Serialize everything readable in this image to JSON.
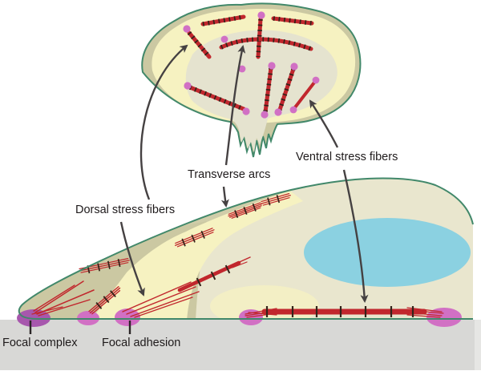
{
  "diagram": {
    "labels": {
      "dorsal": "Dorsal stress fibers",
      "transverse": "Transverse arcs",
      "ventral": "Ventral stress fibers",
      "focal_complex": "Focal complex",
      "focal_adhesion": "Focal adhesion"
    }
  },
  "colors": {
    "background": "#ffffff",
    "outline_green": "#41886a",
    "cell_olive": "#cbc8a2",
    "cell_yellow": "#f6f2c1",
    "cell_inner": "#e5e3cf",
    "cell_cream": "#e9e6ce",
    "nucleus_blue": "#8bd1e1",
    "fiber_red": "#c1272d",
    "fiber_band_dark": "#33231a",
    "adhesion_pink": "#d170c4",
    "focal_complex_purple": "#a757ad",
    "arrow_gray": "#454142",
    "substrate_gray": "#d8d8d6",
    "label_text": "#1e1a1b"
  }
}
